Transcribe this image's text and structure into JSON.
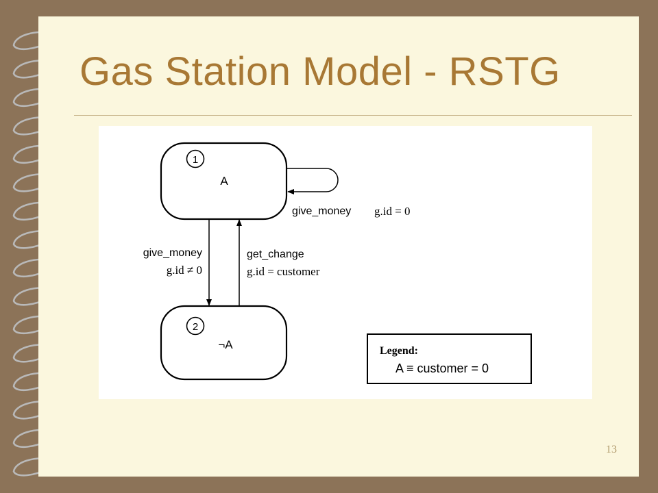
{
  "slide": {
    "title": "Gas Station Model - RSTG",
    "number": "13"
  },
  "diagram": {
    "states": [
      {
        "number": "1",
        "label": "A"
      },
      {
        "number": "2",
        "label": "¬A"
      }
    ],
    "transitions": [
      {
        "event": "give_money",
        "guard": "g.id = 0"
      },
      {
        "event": "give_money",
        "guard": "g.id ≠ 0"
      },
      {
        "event": "get_change",
        "guard": "g.id = customer"
      }
    ],
    "legend": {
      "title": "Legend:",
      "entry": "A ≡ customer = 0"
    }
  }
}
